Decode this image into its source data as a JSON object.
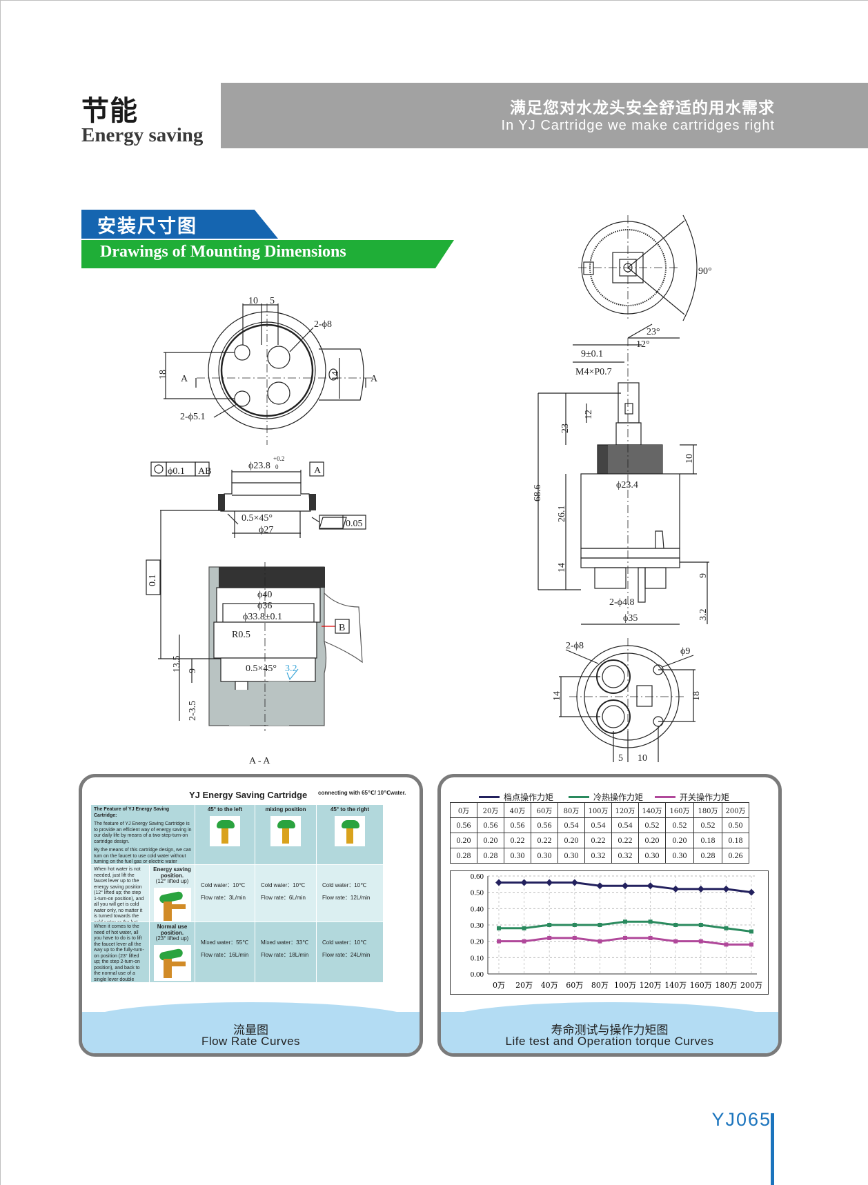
{
  "header": {
    "title_cn": "节能",
    "title_en": "Energy saving",
    "banner_cn": "满足您对水龙头安全舒适的用水需求",
    "banner_en": "In YJ Cartridge we make cartridges right"
  },
  "section": {
    "title_cn": "安装尺寸图",
    "title_en": "Drawings of Mounting Dimensions"
  },
  "drawing_left": {
    "top_dims": [
      "10",
      "5"
    ],
    "hole_big": "2-ϕ8",
    "dim_18": "18",
    "dim_14": "14",
    "section_mark": "A",
    "hole_small": "2-ϕ5.1",
    "concentricity_value": "ϕ0.1",
    "concentricity_ref": "AB",
    "bore_dia": "ϕ23.8",
    "bore_tol_upper": "+0.2",
    "bore_tol_lower": "0",
    "datum_a": "A",
    "chamfer_top": "0.5×45°",
    "dia_27": "ϕ27",
    "flatness": "0.05",
    "parallel": "0.1",
    "dia_40": "ϕ40",
    "dia_36": "ϕ36",
    "dia_338": "ϕ33.8±0.1",
    "radius": "R0.5",
    "datum_b": "B",
    "dim_135": "13.5",
    "dim_9": "9",
    "chamfer_bottom": "0.5×45°",
    "roughness": "3.2",
    "dim_2_35": "2-3.5",
    "section_label": "A - A"
  },
  "drawing_right": {
    "angle_90": "90°",
    "angle_23": "23°",
    "angle_12": "12°",
    "square": "9±0.1",
    "thread": "M4×P0.7",
    "dim_12": "12",
    "dim_23": "23",
    "dim_10": "10",
    "dim_686": "68.6",
    "dia_234": "ϕ23.4",
    "dim_261": "26.1",
    "dim_14": "14",
    "dim_9": "9",
    "holes": "2-ϕ4.8",
    "dim_32": "3.2",
    "dia_35": "ϕ35",
    "bottom_holes": "2-ϕ8",
    "bottom_pin": "ϕ9",
    "bottom_14": "14",
    "bottom_18": "18",
    "bottom_5": "5",
    "bottom_10": "10"
  },
  "flow_panel": {
    "title": "YJ Energy Saving Cartridge",
    "subtitle": "connecting with 65℃/ 10℃water.",
    "feature_title": "The Feature of YJ Energy Saving Cartridge:",
    "feature_p1": "The feature of YJ Energy Saving Cartridge is to provide an efficient way of energy saving in our daily life by means of a two-step-turn-on cartridge design.",
    "feature_p2": "By the means of this cartridge design, we can turn on the faucet to use cold water without turning on the fuel gas or electric water heater at the same time. This is an efficient way to avoid energy waste in our daily life.",
    "col1": "45° to the left",
    "col2": "mixing position",
    "col3": "45° to the right",
    "row1_text": "When hot water is not needed, just lift the faucet lever up to the energy saving position (12° lifted up; the step 1-turn-on position), and all you will get is cold water only, no matter it is turned towards the cold water or the hot water end (left or right).",
    "row1_label": "Energy saving position.",
    "row1_sub": "(12° lifted up)",
    "row1_c1a": "Cold water：10℃",
    "row1_c1b": "Flow rate：3L/min",
    "row1_c2a": "Cold water：10℃",
    "row1_c2b": "Flow rate：6L/min",
    "row1_c3a": "Cold water：10℃",
    "row1_c3b": "Flow rate：12L/min",
    "row2_text": "When it comes to the need of hot water, all you have to do is to lift the faucet lever all the way up to the fully-turn-on position (23° lifted up; the step 2-turn-on position), and back to the normal use of a single lever double control faucet.",
    "row2_label": "Normal use position.",
    "row2_sub": "(23° lifted up)",
    "row2_c1a": "Mixed water：55℃",
    "row2_c1b": "Flow rate：16L/min",
    "row2_c2a": "Mixed water：33℃",
    "row2_c2b": "Flow rate：18L/min",
    "row2_c3a": "Cold water：10℃",
    "row2_c3b": "Flow rate：24L/min",
    "caption_cn": "流量图",
    "caption_en": "Flow Rate Curves"
  },
  "life_panel": {
    "legend": [
      {
        "name": "档点操作力矩",
        "color": "#23215e"
      },
      {
        "name": "冷热操作力矩",
        "color": "#2a8a5e"
      },
      {
        "name": "开关操作力矩",
        "color": "#b0489a"
      }
    ],
    "table_header": [
      "0万",
      "20万",
      "40万",
      "60万",
      "80万",
      "100万",
      "120万",
      "140万",
      "160万",
      "180万",
      "200万"
    ],
    "table_rows": [
      [
        "0.56",
        "0.56",
        "0.56",
        "0.56",
        "0.54",
        "0.54",
        "0.54",
        "0.52",
        "0.52",
        "0.52",
        "0.50"
      ],
      [
        "0.20",
        "0.20",
        "0.22",
        "0.22",
        "0.20",
        "0.22",
        "0.22",
        "0.20",
        "0.20",
        "0.18",
        "0.18"
      ],
      [
        "0.28",
        "0.28",
        "0.30",
        "0.30",
        "0.30",
        "0.32",
        "0.32",
        "0.30",
        "0.30",
        "0.28",
        "0.26"
      ]
    ],
    "caption_cn": "寿命测试与操作力矩图",
    "caption_en": "Life test and Operation torque Curves"
  },
  "chart_data": {
    "type": "line",
    "categories": [
      "0万",
      "20万",
      "40万",
      "60万",
      "80万",
      "100万",
      "120万",
      "140万",
      "160万",
      "180万",
      "200万"
    ],
    "y_ticks": [
      "0.60",
      "0.50",
      "0.40",
      "0.30",
      "0.20",
      "0.10",
      "0.00"
    ],
    "ylim": [
      0,
      0.6
    ],
    "grid": true,
    "series": [
      {
        "name": "档点操作力矩",
        "color": "#23215e",
        "marker": "diamond",
        "values": [
          0.56,
          0.56,
          0.56,
          0.56,
          0.54,
          0.54,
          0.54,
          0.52,
          0.52,
          0.52,
          0.5
        ]
      },
      {
        "name": "冷热操作力矩",
        "color": "#2a8a5e",
        "marker": "square",
        "values": [
          0.28,
          0.28,
          0.3,
          0.3,
          0.3,
          0.32,
          0.32,
          0.3,
          0.3,
          0.28,
          0.26
        ]
      },
      {
        "name": "开关操作力矩",
        "color": "#b0489a",
        "marker": "square",
        "values": [
          0.2,
          0.2,
          0.22,
          0.22,
          0.2,
          0.22,
          0.22,
          0.2,
          0.2,
          0.18,
          0.18
        ]
      }
    ]
  },
  "footer": {
    "model": "YJ065"
  }
}
